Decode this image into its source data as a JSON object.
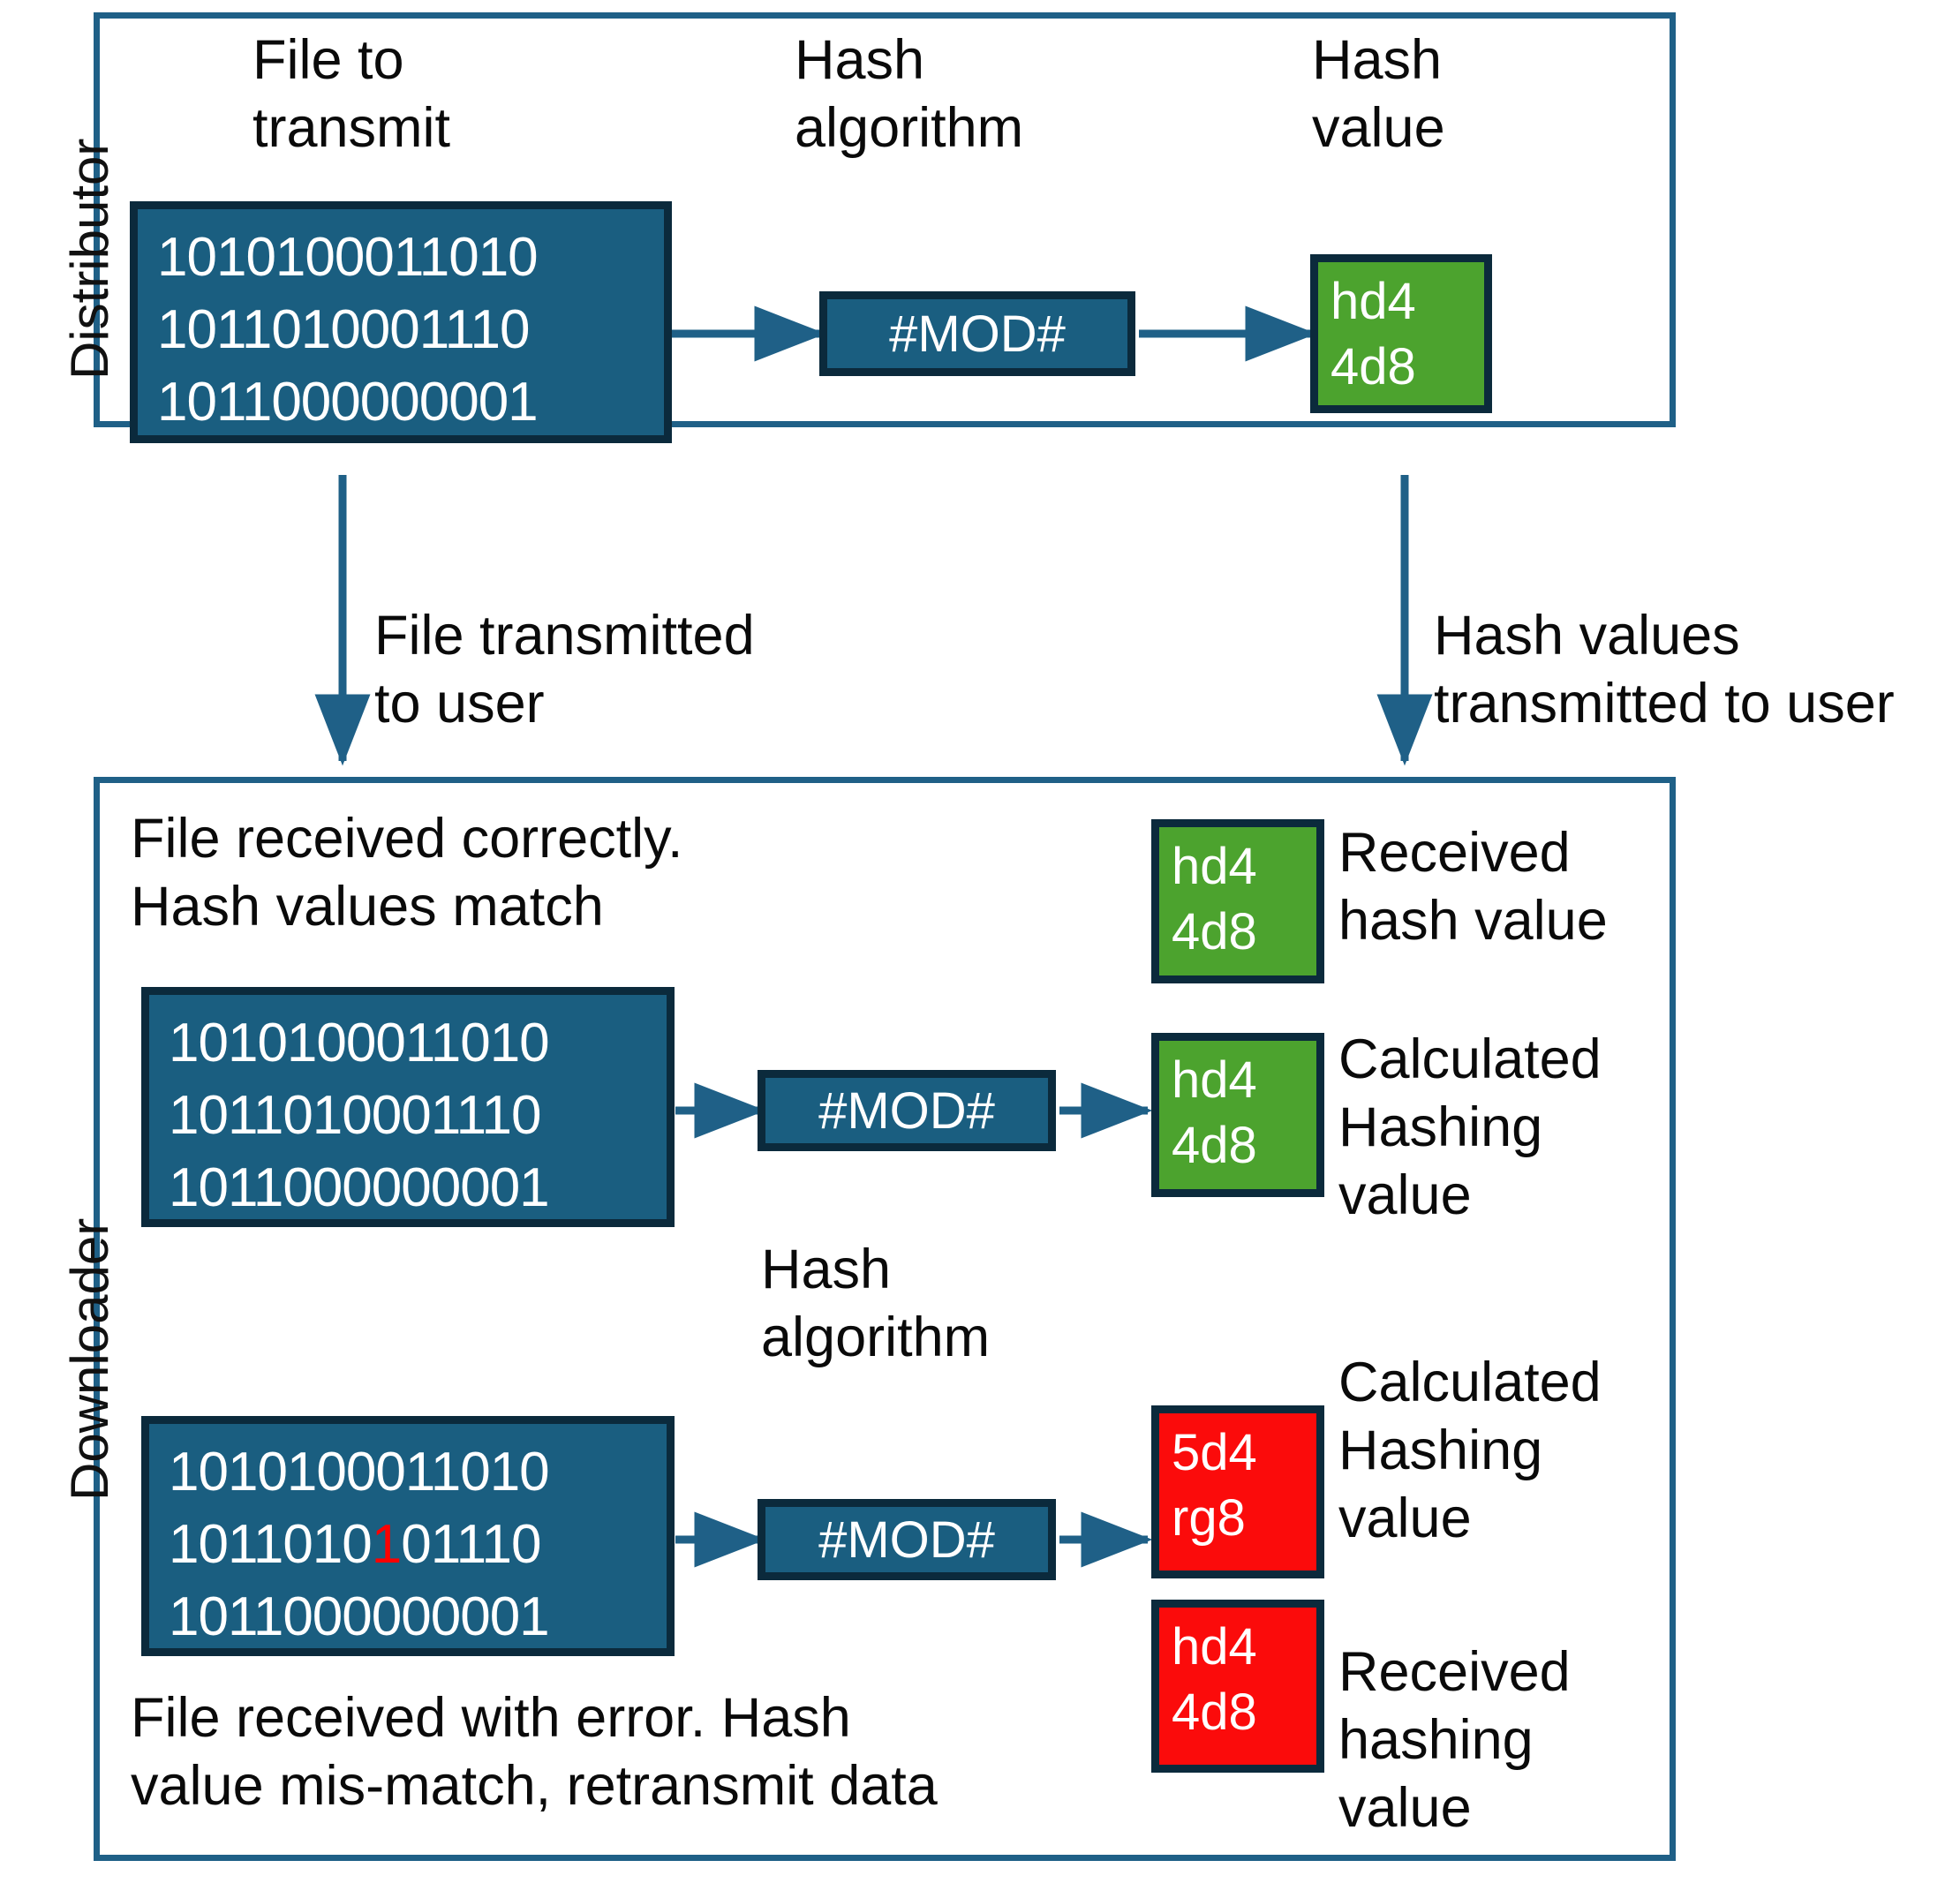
{
  "lanes": {
    "distributor": "Distributor",
    "downloader": "Downloader"
  },
  "distributor": {
    "headings": {
      "file": "File to\ntransmit",
      "algorithm": "Hash\nalgorithm",
      "value": "Hash\nvalue"
    },
    "file_data": "1010100011010\n1011010001110\n1011000000001",
    "mod_label": "#MOD#",
    "hash_value": "hd4\n4d8"
  },
  "transfer": {
    "file_label": "File transmitted\nto user",
    "hash_label": "Hash values\ntransmitted to user"
  },
  "downloader": {
    "ok_status": "File received correctly.\nHash values match",
    "ok_file_data": "1010100011010\n1011010001110\n1011000000001",
    "ok_mod_label": "#MOD#",
    "received_hash": "hd4\n4d8",
    "received_hash_caption": "Received\nhash value",
    "calculated_hash": "hd4\n4d8",
    "calculated_hash_caption": "Calculated\nHashing\nvalue",
    "algorithm_heading": "Hash\nalgorithm",
    "err_file_prefix": "1010100011010\n1011010",
    "err_file_bit": "1",
    "err_file_suffix": "01110\n1011000000001",
    "err_mod_label": "#MOD#",
    "err_calculated_hash": "5d4\nrg8",
    "err_calculated_caption": "Calculated\nHashing\nvalue",
    "err_received_hash": "hd4\n4d8",
    "err_received_caption": "Received\nhashing\nvalue",
    "err_status": "File received with error. Hash\nvalue mis-match, retransmit data"
  },
  "colors": {
    "frame_blue": "#1f6087",
    "box_blue": "#1a5e80",
    "box_border": "#0b2a3c",
    "hash_green": "#4ca32e",
    "hash_red": "#fb0b0b",
    "error_bit": "#ff0000",
    "arrow": "#1f6087"
  }
}
